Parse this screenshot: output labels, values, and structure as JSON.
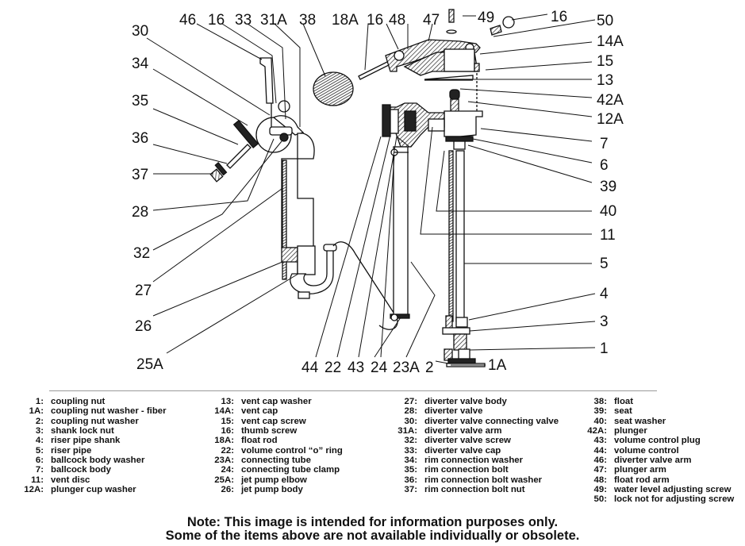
{
  "diagram": {
    "subject": "ballcock / fill valve exploded parts diagram",
    "callouts": {
      "top": [
        "46",
        "16",
        "33",
        "31A",
        "38",
        "18A",
        "16",
        "48",
        "47",
        "49",
        "16"
      ],
      "left": [
        "30",
        "34",
        "35",
        "36",
        "37",
        "28",
        "32",
        "27",
        "26",
        "25A"
      ],
      "right": [
        "50",
        "14A",
        "15",
        "13",
        "42A",
        "12A",
        "7",
        "6",
        "39",
        "40",
        "11",
        "5",
        "4",
        "3",
        "1"
      ],
      "bottom": [
        "44",
        "22",
        "43",
        "24",
        "23A",
        "2",
        "1A"
      ]
    }
  },
  "parts_list": {
    "columns": [
      [
        {
          "num": "1:",
          "name": "coupling nut"
        },
        {
          "num": "1A:",
          "name": "coupling nut washer - fiber"
        },
        {
          "num": "2:",
          "name": "coupling nut washer"
        },
        {
          "num": "3:",
          "name": "shank lock nut"
        },
        {
          "num": "4:",
          "name": "riser pipe shank"
        },
        {
          "num": "5:",
          "name": "riser pipe"
        },
        {
          "num": "6:",
          "name": "ballcock body washer"
        },
        {
          "num": "7:",
          "name": "ballcock body"
        },
        {
          "num": "11:",
          "name": "vent disc"
        },
        {
          "num": "12A:",
          "name": "plunger cup washer"
        }
      ],
      [
        {
          "num": "13:",
          "name": "vent cap washer"
        },
        {
          "num": "14A:",
          "name": "vent cap"
        },
        {
          "num": "15:",
          "name": "vent cap screw"
        },
        {
          "num": "16:",
          "name": "thumb screw"
        },
        {
          "num": "18A:",
          "name": "float rod"
        },
        {
          "num": "22:",
          "name": "volume control “o” ring"
        },
        {
          "num": "23A:",
          "name": "connecting tube"
        },
        {
          "num": "24:",
          "name": "connecting tube clamp"
        },
        {
          "num": "25A:",
          "name": "jet pump elbow"
        },
        {
          "num": "26:",
          "name": "jet pump body"
        }
      ],
      [
        {
          "num": "27:",
          "name": "diverter valve body"
        },
        {
          "num": "28:",
          "name": "diverter valve"
        },
        {
          "num": "30:",
          "name": "diverter valve connecting valve"
        },
        {
          "num": "31A:",
          "name": "diverter valve arm"
        },
        {
          "num": "32:",
          "name": "diverter valve screw"
        },
        {
          "num": "33:",
          "name": "diverter valve cap"
        },
        {
          "num": "34:",
          "name": "rim connection washer"
        },
        {
          "num": "35:",
          "name": "rim connection bolt"
        },
        {
          "num": "36:",
          "name": "rim connection bolt washer"
        },
        {
          "num": "37:",
          "name": "rim connection bolt nut"
        }
      ],
      [
        {
          "num": "38:",
          "name": "float"
        },
        {
          "num": "39:",
          "name": "seat"
        },
        {
          "num": "40:",
          "name": "seat washer"
        },
        {
          "num": "42A:",
          "name": "plunger"
        },
        {
          "num": "43:",
          "name": "volume control plug"
        },
        {
          "num": "44:",
          "name": "volume control"
        },
        {
          "num": "46:",
          "name": "diverter valve arm"
        },
        {
          "num": "47:",
          "name": "plunger arm"
        },
        {
          "num": "48:",
          "name": "float rod arm"
        },
        {
          "num": "49:",
          "name": "water level adjusting screw"
        },
        {
          "num": "50:",
          "name": "lock not for adjusting screw"
        }
      ]
    ]
  },
  "note": {
    "line1": "Note: This image is intended for information purposes only.",
    "line2": "Some of the items above are not available individually or obsolete."
  }
}
